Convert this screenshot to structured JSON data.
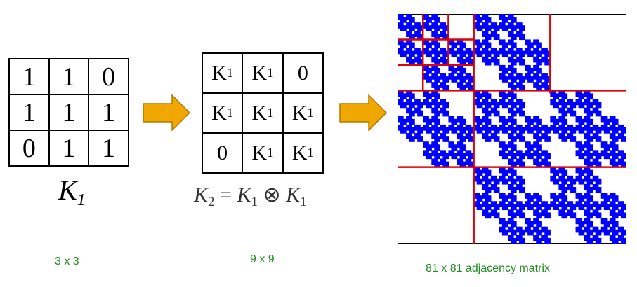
{
  "k1": {
    "cells": [
      "1",
      "1",
      "0",
      "1",
      "1",
      "1",
      "0",
      "1",
      "1"
    ],
    "label_main": "K",
    "label_sub": "1"
  },
  "k2": {
    "cells": [
      {
        "main": "K",
        "sub": "1"
      },
      {
        "main": "K",
        "sub": "1"
      },
      {
        "main": "0",
        "sub": ""
      },
      {
        "main": "K",
        "sub": "1"
      },
      {
        "main": "K",
        "sub": "1"
      },
      {
        "main": "K",
        "sub": "1"
      },
      {
        "main": "0",
        "sub": ""
      },
      {
        "main": "K",
        "sub": "1"
      },
      {
        "main": "K",
        "sub": "1"
      }
    ],
    "formula": {
      "lhs": "K",
      "lhs_sub": "2",
      "eq": " = ",
      "a": "K",
      "a_sub": "1",
      "op": " ⊗ ",
      "b": "K",
      "b_sub": "1"
    }
  },
  "captions": {
    "small": "3 x 3",
    "medium": "9 x 9",
    "large": "81 x 81 adjacency matrix"
  },
  "colors": {
    "arrow_fill": "#f0a800",
    "arrow_stroke": "#b07a00",
    "dot": "#0000ff",
    "grid_line": "#e00000",
    "caption": "#1f8a1f"
  },
  "pattern": [
    [
      1,
      1,
      0
    ],
    [
      1,
      1,
      1
    ],
    [
      0,
      1,
      1
    ]
  ]
}
